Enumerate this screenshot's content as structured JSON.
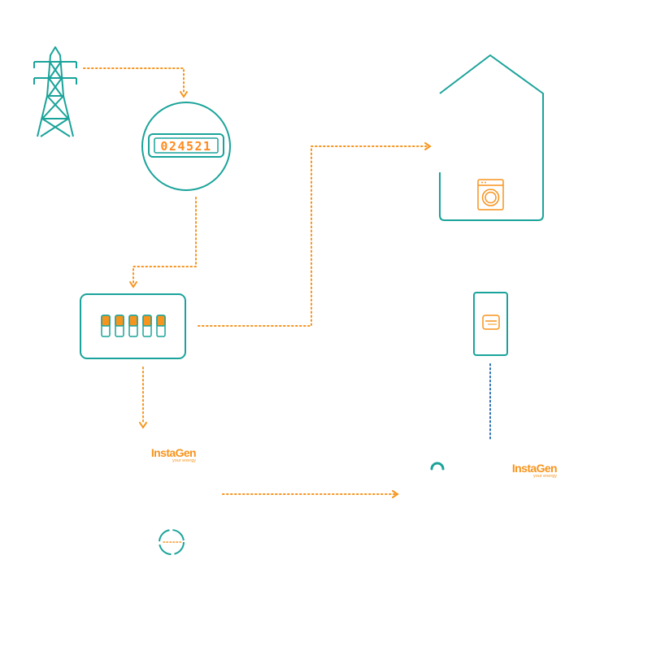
{
  "meter": {
    "reading": "024521"
  },
  "brand": {
    "name": "InstaGen",
    "tagline": "your energy"
  },
  "colors": {
    "teal": "#1aa39a",
    "orange": "#f7941d",
    "blue": "#2b6cb0",
    "background": "#ffffff"
  },
  "icons": [
    "transmission-tower-icon",
    "electricity-meter-icon",
    "breaker-panel-icon",
    "house-icon",
    "washing-machine-icon",
    "battery-unit-icon",
    "instagen-logo"
  ]
}
